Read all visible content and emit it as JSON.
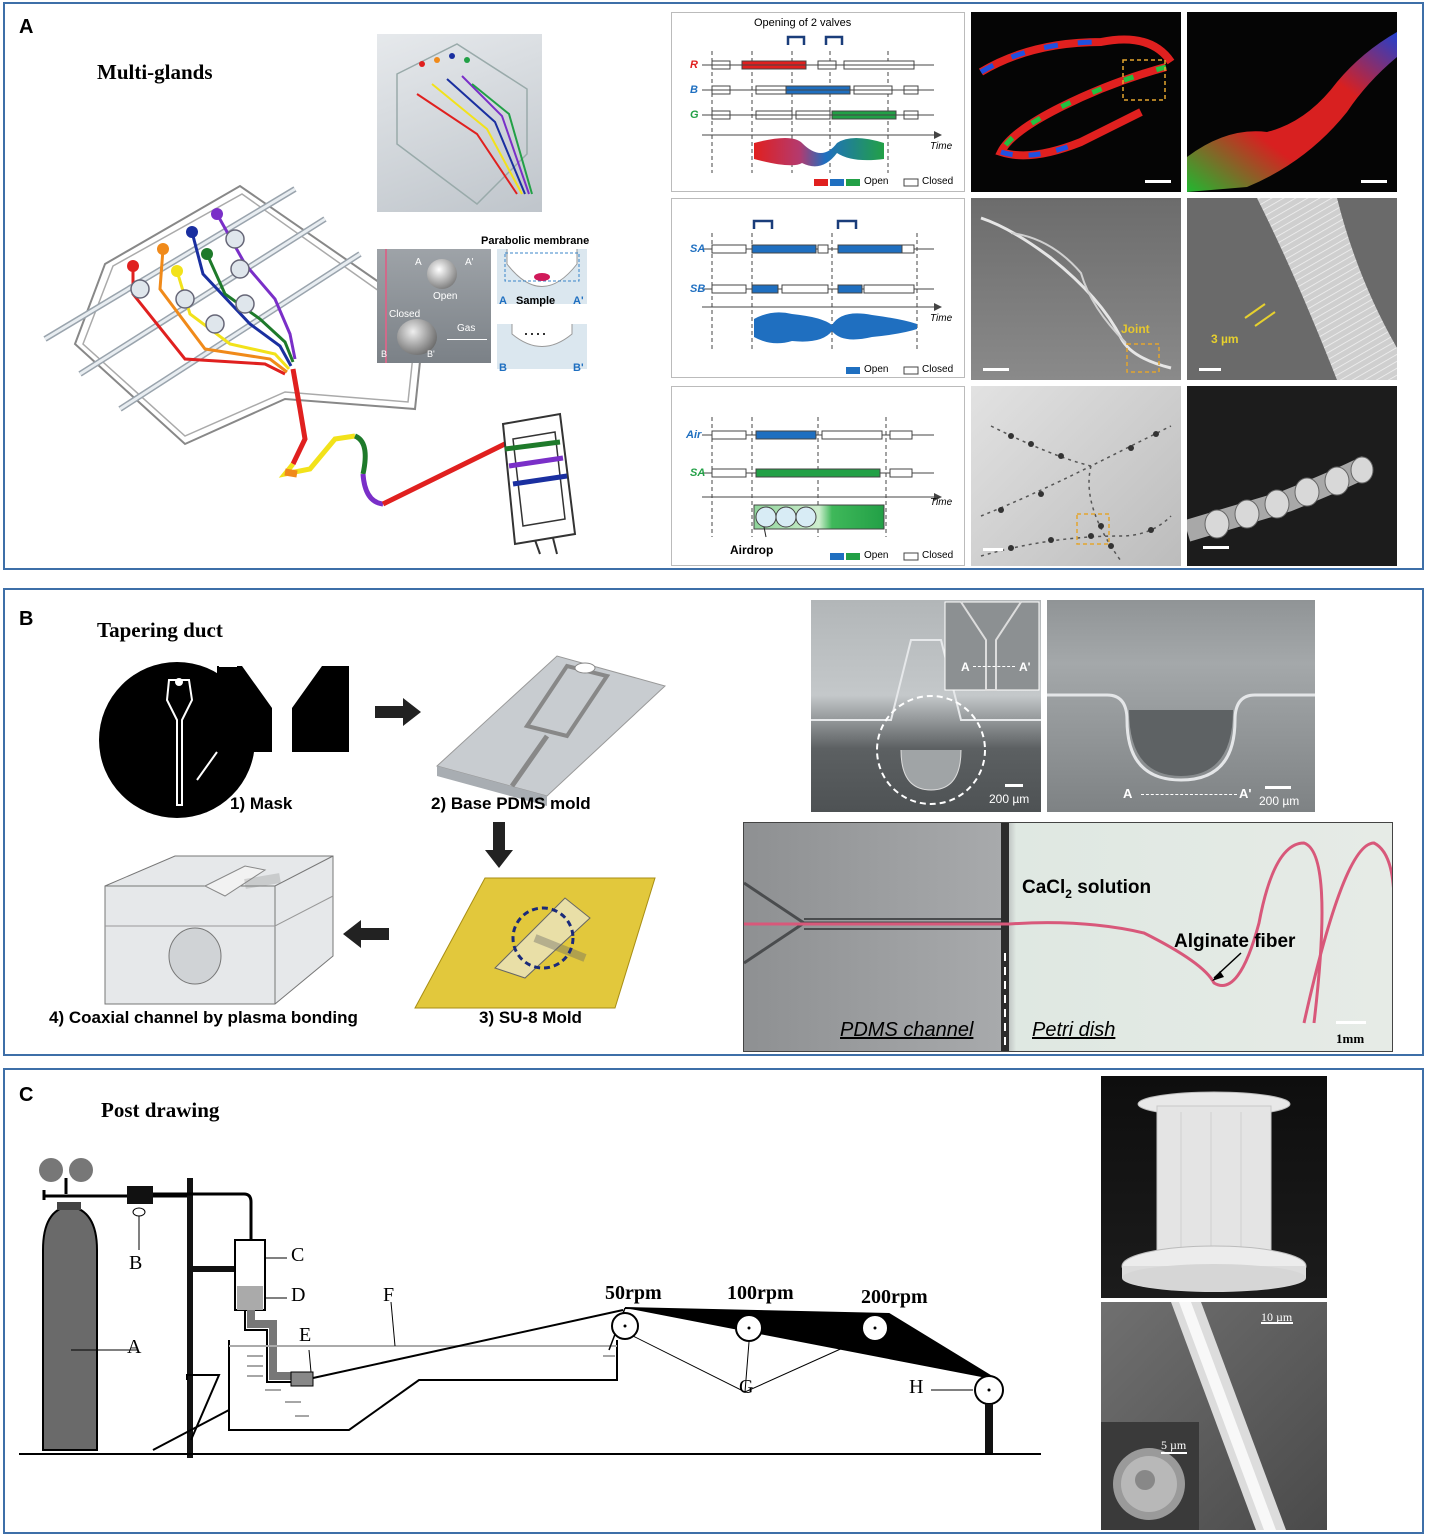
{
  "panels": {
    "a": {
      "label": "A",
      "title": "Multi-glands",
      "parabolic_membrane": "Parabolic membrane",
      "open": "Open",
      "closed": "Closed",
      "sample": "Sample",
      "gas": "Gas",
      "a": "A",
      "a_prime": "A'",
      "b": "B",
      "b_prime": "B'",
      "valves_title": "Opening of 2 valves",
      "row1": {
        "r": "R",
        "b": "B",
        "g": "G"
      },
      "row2": {
        "sa": "SA",
        "sb": "SB"
      },
      "row3": {
        "air": "Air",
        "sa": "SA"
      },
      "time": "Time",
      "legend_open": "Open",
      "legend_closed": "Closed",
      "joint": "Joint",
      "three_um": "3 µm",
      "airdrop": "Airdrop"
    },
    "b": {
      "label": "B",
      "title": "Tapering duct",
      "step1": "1) Mask",
      "step2": "2) Base PDMS mold",
      "step3": "3) SU-8 Mold",
      "step4": "4) Coaxial channel by plasma bonding",
      "a": "A",
      "a_prime": "A'",
      "scale1": "200 µm",
      "scale2": "200 µm",
      "cacl2": "CaCl",
      "cacl2_sub": "2",
      "cacl2_rest": " solution",
      "alginate": "Alginate fiber",
      "pdms_channel": "PDMS channel",
      "petri_dish": "Petri dish",
      "scale_mm": "1mm"
    },
    "c": {
      "label": "C",
      "title": "Post drawing",
      "labels": {
        "a": "A",
        "b": "B",
        "c": "C",
        "d": "D",
        "e": "E",
        "f": "F",
        "g": "G",
        "h": "H"
      },
      "rpm1": "50rpm",
      "rpm2": "100rpm",
      "rpm3": "200rpm",
      "scale10": "10 µm",
      "scale5": "5 µm"
    }
  },
  "colors": {
    "border": "#3e6fa8",
    "red": "#e0201f",
    "blue": "#1f6fc0",
    "green": "#22a046",
    "purple": "#7a2fc8",
    "orange": "#f08a1a",
    "yellow": "#f2e21a",
    "darkgreen": "#1e7a2a",
    "navy": "#1a2fa0",
    "gold": "#e3c12e"
  }
}
